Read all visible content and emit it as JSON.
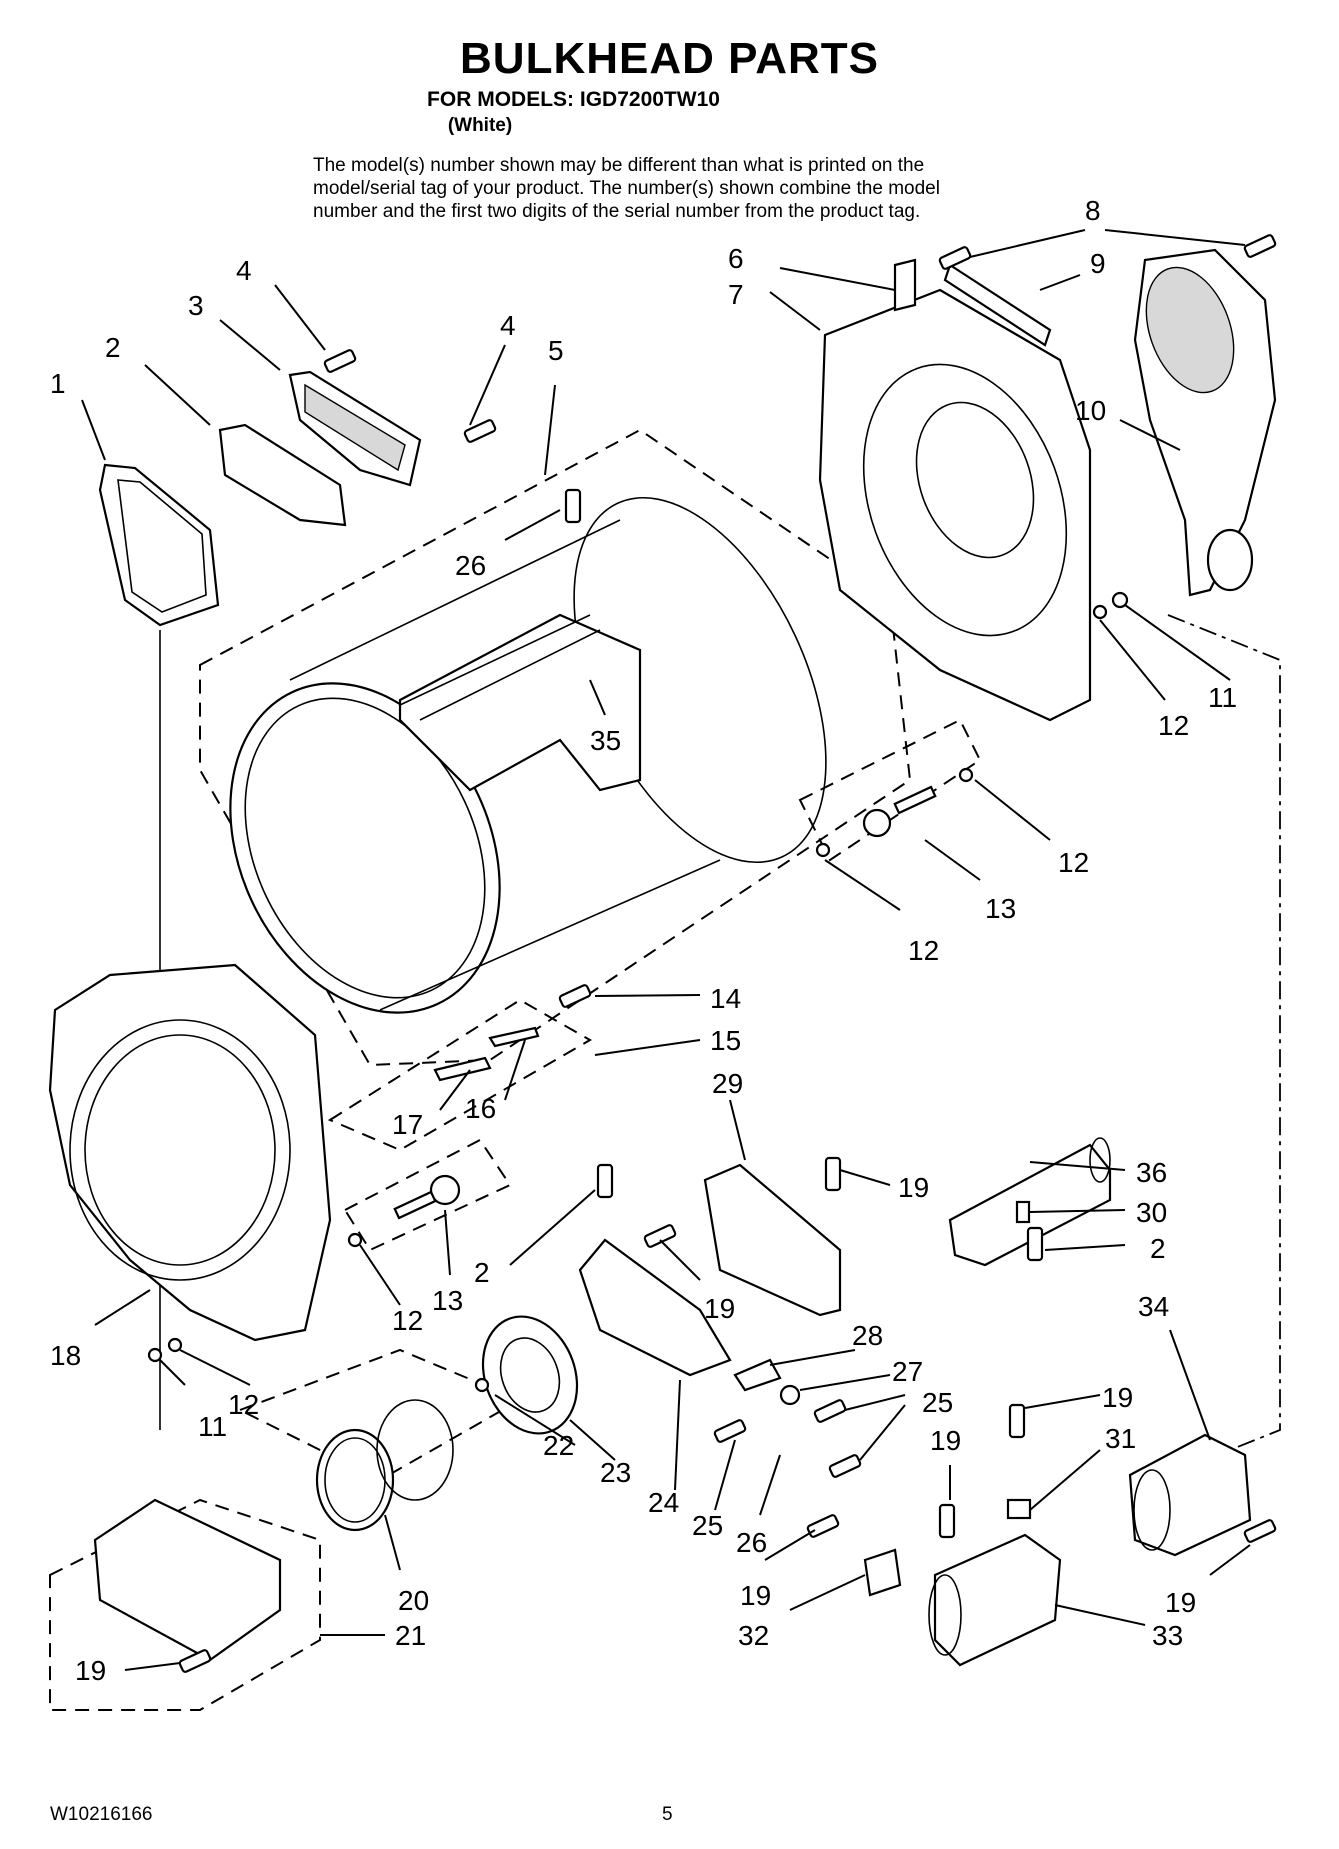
{
  "header": {
    "title": "BULKHEAD PARTS",
    "subtitle": "FOR MODELS: IGD7200TW10",
    "variant": "(White)"
  },
  "note": [
    "The model(s) number shown may be different than what is printed on the",
    "model/serial tag of your product. The number(s) shown combine the model",
    "number and the first two digits of the serial number from the product tag."
  ],
  "callouts": [
    "1",
    "2",
    "3",
    "4",
    "4",
    "5",
    "26",
    "35",
    "6",
    "7",
    "8",
    "9",
    "10",
    "11",
    "12",
    "12",
    "13",
    "12",
    "14",
    "15",
    "29",
    "16",
    "17",
    "18",
    "13",
    "12",
    "11",
    "12",
    "2",
    "19",
    "19",
    "36",
    "30",
    "2",
    "34",
    "28",
    "27",
    "25",
    "25",
    "26",
    "22",
    "23",
    "24",
    "20",
    "21",
    "19",
    "19",
    "31",
    "19",
    "19",
    "32",
    "33",
    "19"
  ],
  "footer": {
    "doc_id": "W10216166",
    "page": "5"
  }
}
